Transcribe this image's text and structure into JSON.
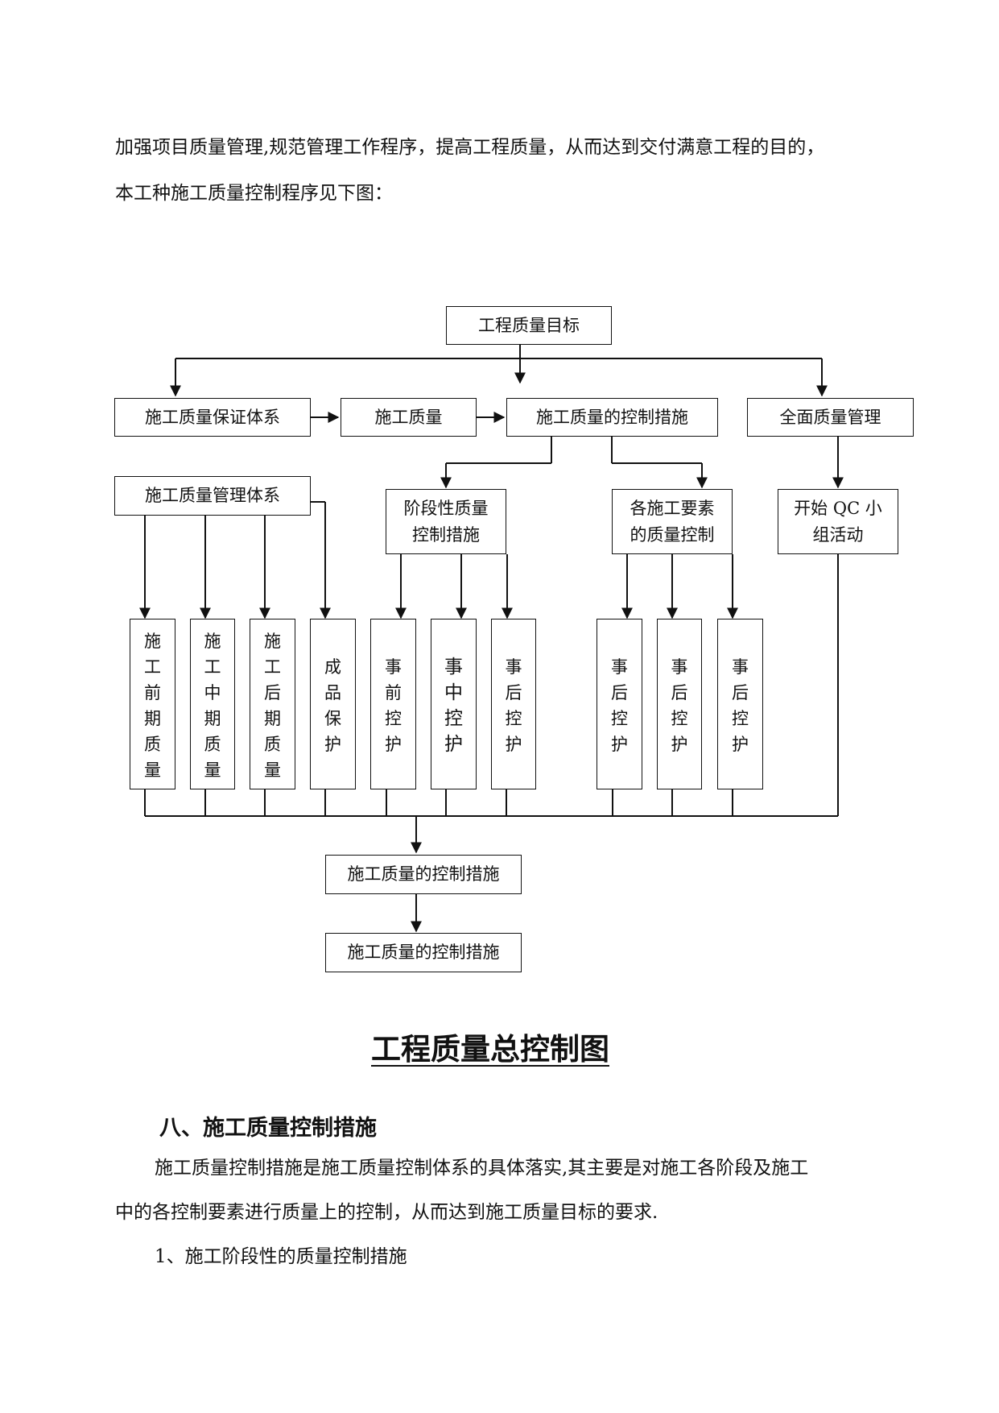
{
  "intro": {
    "line1": "加强项目质量管理,规范管理工作程序，提高工程质量，从而达到交付满意工程的目的，",
    "line2": "本工种施工质量控制程序见下图："
  },
  "diagram": {
    "goal": "工程质量目标",
    "assurance_system": "施工质量保证体系",
    "construction_quality": "施工质量",
    "control_measures": "施工质量的控制措施",
    "total_quality_mgmt": "全面质量管理",
    "mgmt_system": "施工质量管理体系",
    "stage_measures": [
      "阶段性质量",
      "控制措施"
    ],
    "element_control": [
      "各施工要素",
      "的质量控制"
    ],
    "qc_group": [
      "开始 QC 小",
      "组活动"
    ],
    "columns": [
      [
        "施",
        "工",
        "前",
        "期",
        "质",
        "量"
      ],
      [
        "施",
        "工",
        "中",
        "期",
        "质",
        "量"
      ],
      [
        "施",
        "工",
        "后",
        "期",
        "质",
        "量"
      ],
      [
        "成",
        "品",
        "保",
        "护"
      ],
      [
        "事",
        "前",
        "控",
        "护"
      ],
      [
        "事",
        "中",
        "控",
        "护"
      ],
      [
        "事",
        "后",
        "控",
        "护"
      ],
      [
        "事",
        "后",
        "控",
        "护"
      ],
      [
        "事",
        "后",
        "控",
        "护"
      ],
      [
        "事",
        "后",
        "控",
        "护"
      ]
    ],
    "bottom1": "施工质量的控制措施",
    "bottom2": "施工质量的控制措施"
  },
  "figure_title": "工程质量总控制图",
  "section": {
    "heading": "八、施工质量控制措施",
    "para_line1": "施工质量控制措施是施工质量控制体系的具体落实,其主要是对施工各阶段及施工",
    "para_line2": "中的各控制要素进行质量上的控制，从而达到施工质量目标的要求.",
    "item1": "1、施工阶段性的质量控制措施"
  }
}
